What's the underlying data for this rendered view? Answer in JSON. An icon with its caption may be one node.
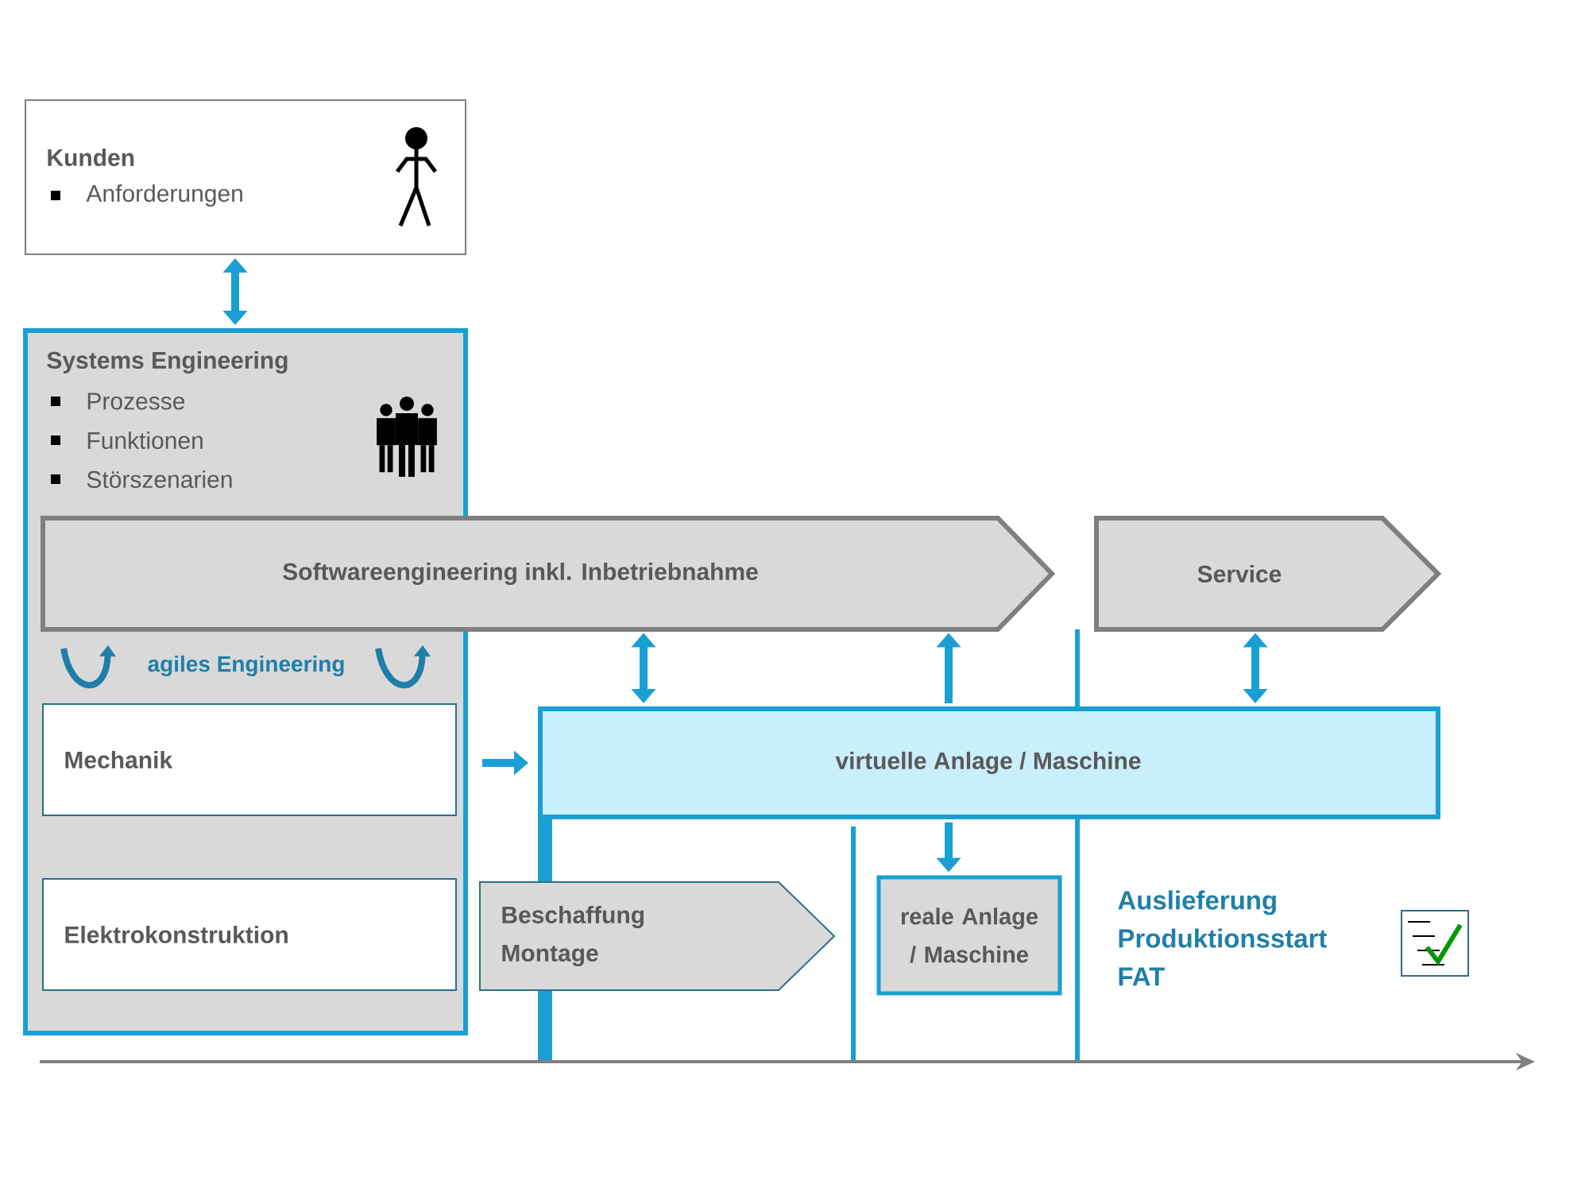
{
  "diagram": {
    "nodes": [
      {
        "text": [
          "Kunden",
          "Anforderungen"
        ]
      },
      {
        "text": [
          "Systems Engineering",
          "Prozesse",
          "Funktionen",
          "Störszenarien",
          "agiles Engineering"
        ]
      },
      {
        "text": [
          "Softwareengineering inkl. Inbetriebnahme"
        ]
      },
      {
        "text": [
          "Service"
        ]
      },
      {
        "text": [
          "Mechanik"
        ],
        "in": 1
      },
      {
        "text": [
          "Elektrokonstruktion"
        ],
        "in": 1
      },
      {
        "text": [
          "virtuelle Anlage / Maschine"
        ]
      },
      {
        "text": [
          "Beschaffung Montage"
        ]
      },
      {
        "text": [
          "reale Anlage / Maschine"
        ]
      }
    ],
    "edges": [
      {
        "from": 0,
        "to": 1,
        "arrow": "both"
      },
      {
        "from": 2,
        "to": 6,
        "arrow": "both"
      },
      {
        "from": 6,
        "to": 2,
        "arrow": "to"
      },
      {
        "from": 3,
        "to": 6,
        "arrow": "both"
      },
      {
        "from": 4,
        "to": 6,
        "arrow": "to"
      },
      {
        "from": 6,
        "to": 8,
        "arrow": "to"
      }
    ],
    "labels": [
      "Auslieferung Produktionsstart FAT"
    ]
  }
}
